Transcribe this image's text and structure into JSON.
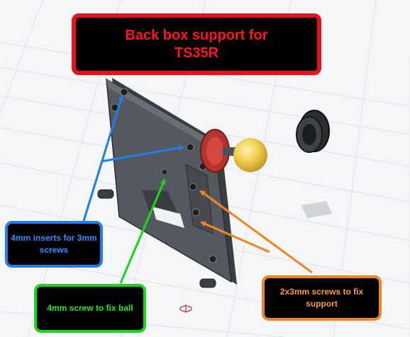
{
  "title": {
    "line1": "Back box support for",
    "line2": "TS35R"
  },
  "callouts": {
    "inserts": "4mm inserts for 3mm screws",
    "ball_screw": "4mm screw to fix ball",
    "support_screws": "2x3mm screws to fix support"
  },
  "colors": {
    "title_red": "#e8101a",
    "blue": "#1f7fe6",
    "green": "#19d619",
    "orange": "#f0851e",
    "ball": "#f0cd4a",
    "gear": "#b5352e"
  }
}
